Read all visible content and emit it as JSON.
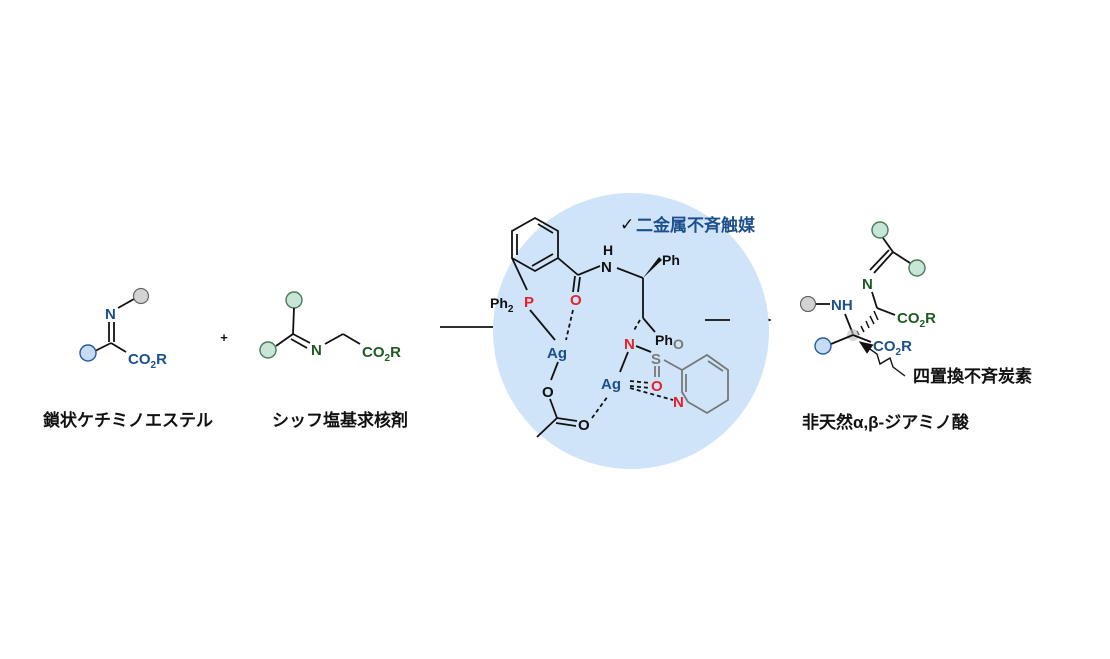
{
  "reactant1": {
    "name": "鎖状ケチミノエステル",
    "n": "N",
    "ester": "CO",
    "ester_sub": "2",
    "ester_r": "R"
  },
  "plus": "+",
  "reactant2": {
    "name": "シッフ塩基求核剤",
    "n": "N",
    "ester": "CO",
    "ester_sub": "2",
    "ester_r": "R"
  },
  "catalyst": {
    "title": "二金属不斉触媒",
    "check": "✓",
    "ph2p_ph": "Ph",
    "ph2p_sub": "2",
    "p": "P",
    "o_amide": "O",
    "h": "H",
    "n_amide": "N",
    "ph1": "Ph",
    "ph2": "Ph",
    "ag1": "Ag",
    "ag2": "Ag",
    "o_acetate1": "O",
    "o_acetate2": "O",
    "n_sulfonyl": "N",
    "s": "S",
    "o_s1": "O",
    "o_s2": "O",
    "n_pyridine": "N"
  },
  "product": {
    "name": "非天然α,β-ジアミノ酸",
    "annotation": "四置換不斉炭素",
    "nh": "NH",
    "n": "N",
    "ester": "CO",
    "ester_sub": "2",
    "ester_r": "R"
  },
  "colors": {
    "blue": "#1d4f8c",
    "green": "#1f5a23",
    "red": "#e8202a",
    "catalyst_bg": "#cfe4f9"
  }
}
